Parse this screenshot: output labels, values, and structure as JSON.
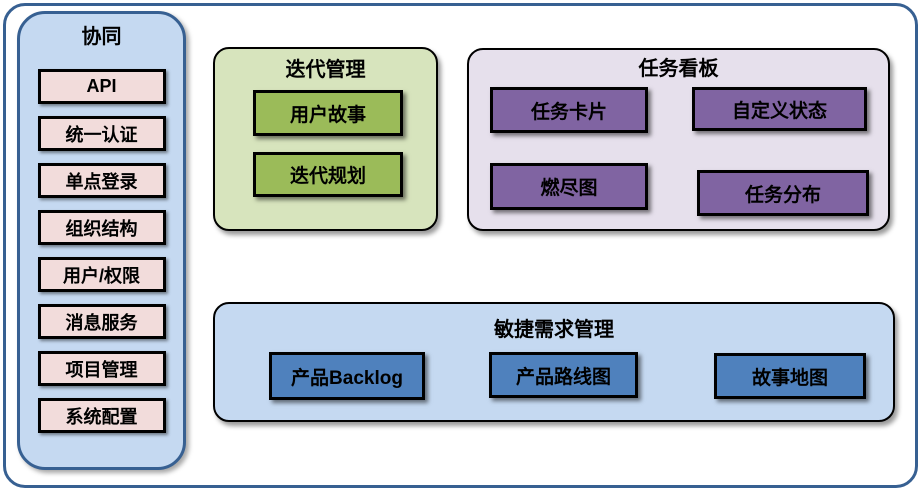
{
  "sidebar": {
    "title": "协同",
    "items": [
      "API",
      "统一认证",
      "单点登录",
      "组织结构",
      "用户/权限",
      "消息服务",
      "项目管理",
      "系统配置"
    ]
  },
  "panels": [
    {
      "id": "iteration-management",
      "title": "迭代管理",
      "items": [
        "用户故事",
        "迭代规划"
      ]
    },
    {
      "id": "task-board",
      "title": "任务看板",
      "items": [
        "任务卡片",
        "自定义状态",
        "燃尽图",
        "任务分布"
      ]
    },
    {
      "id": "agile-requirements",
      "title": "敏捷需求管理",
      "items": [
        "产品Backlog",
        "产品路线图",
        "故事地图"
      ]
    }
  ],
  "colors": {
    "frame_border": "#376092",
    "sidebar_fill": "#C5D9F1",
    "sidebar_item_fill": "#F2DCDB",
    "iteration_panel_fill": "#D7E4BD",
    "iteration_item_fill": "#9BBB59",
    "task_panel_fill": "#E6E0EC",
    "task_item_fill": "#8064A2",
    "agile_panel_fill": "#C5D9F1",
    "agile_item_fill": "#4F81BD",
    "node_border": "#000000",
    "text": "#000000"
  }
}
